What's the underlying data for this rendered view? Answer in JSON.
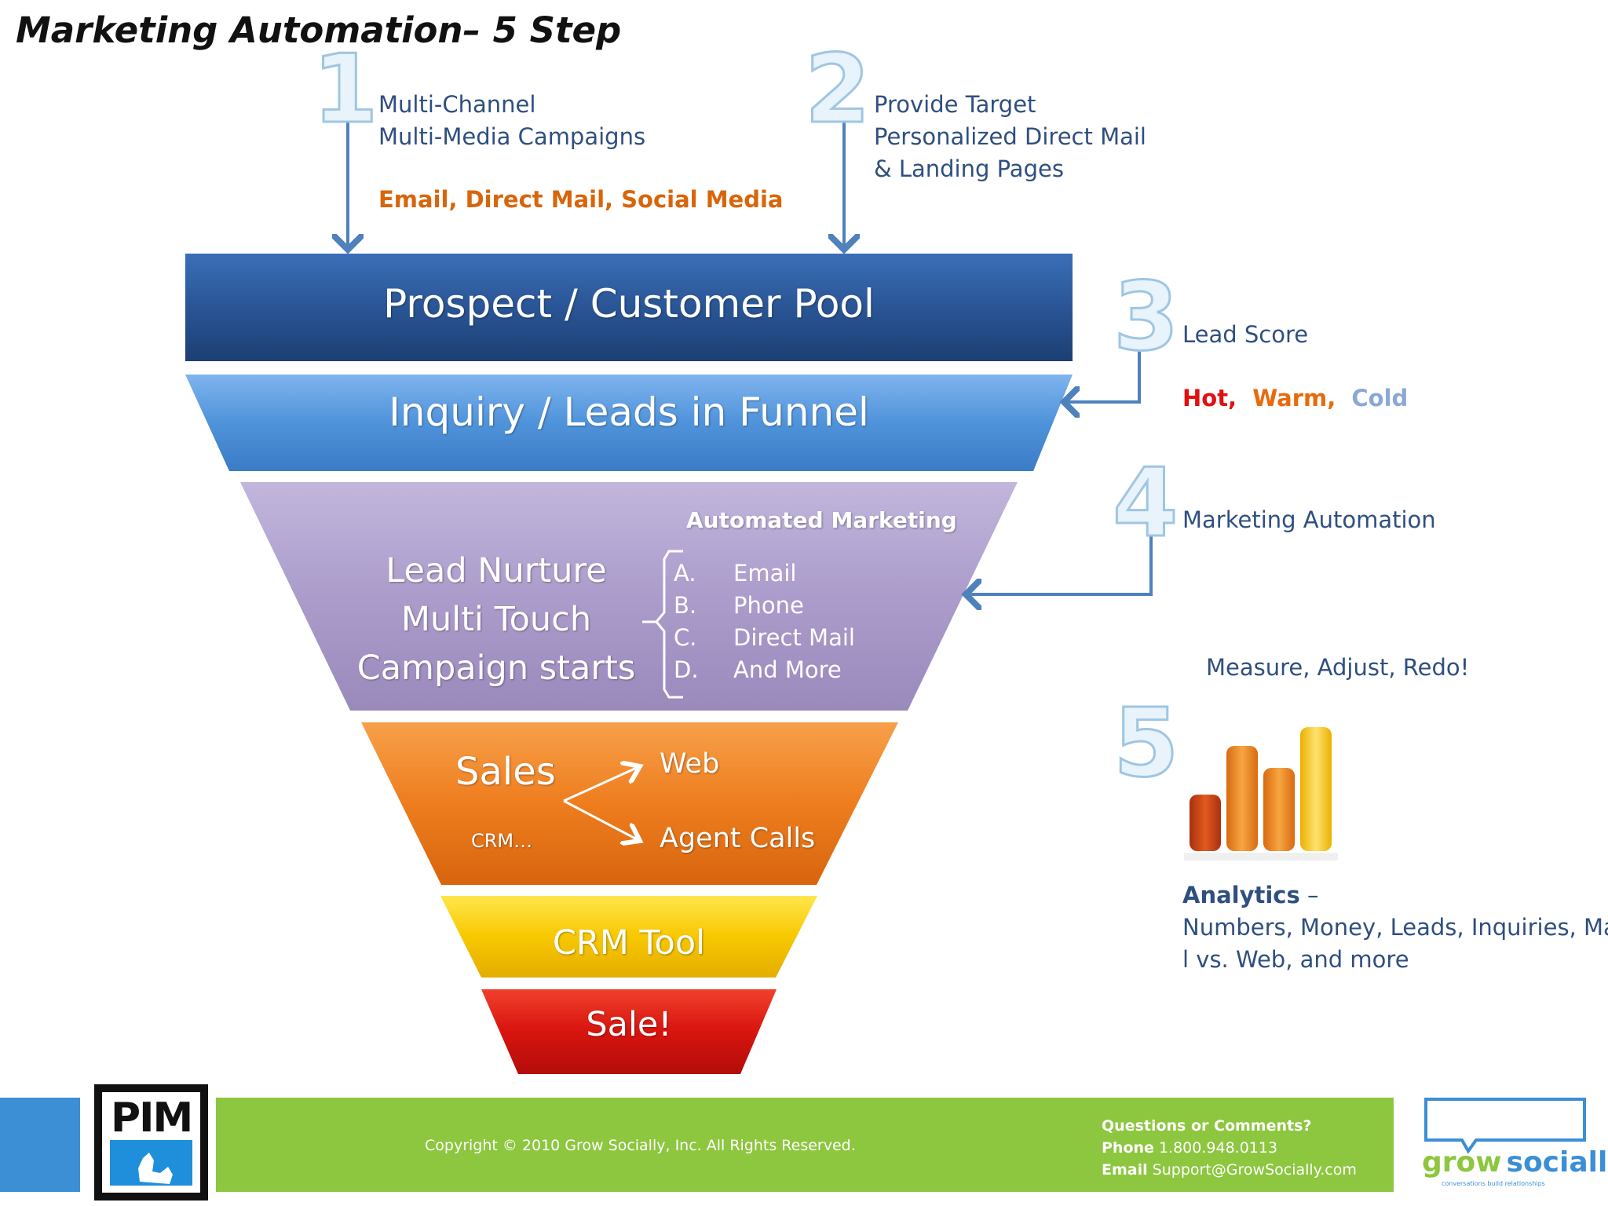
{
  "title": "Marketing Automation– 5 Step",
  "steps": [
    {
      "number": "1",
      "lines": [
        "Multi-Channel",
        "Multi-Media Campaigns"
      ],
      "highlight": "Email, Direct Mail, Social Media"
    },
    {
      "number": "2",
      "lines": [
        "Provide Target",
        "Personalized Direct Mail",
        "& Landing Pages"
      ]
    },
    {
      "number": "3",
      "label": "Lead Score",
      "scores": {
        "hot": "Hot,",
        "warm": "Warm,",
        "cold": "Cold"
      }
    },
    {
      "number": "4",
      "label": "Marketing Automation"
    },
    {
      "number": "5",
      "caption": "Measure, Adjust, Redo!",
      "analytics_title": "Analytics",
      "analytics_dash": "–",
      "analytics_lines": [
        "Numbers, Money, Leads, Inquiries, Mai",
        "l vs. Web, and more"
      ]
    }
  ],
  "funnel": {
    "pool": "Prospect / Customer Pool",
    "inquiry": "Inquiry / Leads in Funnel",
    "nurture": {
      "heading": "Automated Marketing",
      "lines": [
        "Lead Nurture",
        "Multi Touch",
        "Campaign starts"
      ],
      "items": [
        {
          "letter": "A.",
          "text": "Email"
        },
        {
          "letter": "B.",
          "text": "Phone"
        },
        {
          "letter": "C.",
          "text": "Direct Mail"
        },
        {
          "letter": "D.",
          "text": "And More"
        }
      ]
    },
    "sales": {
      "title": "Sales",
      "crm": "CRM…",
      "web": "Web",
      "agent": "Agent Calls"
    },
    "crm_tool": "CRM Tool",
    "sale": "Sale!"
  },
  "footer": {
    "copyright": "Copyright © 2010 Grow Socially, Inc. All Rights Reserved.",
    "questions": "Questions or Comments?",
    "phone_label": "Phone",
    "phone": "1.800.948.0113",
    "email_label": "Email",
    "email": "Support@GrowSocially.com",
    "pim_logo": "PIM",
    "grow_logo_left": "grow",
    "grow_logo_right": "socially",
    "grow_tagline": "conversations build relationships"
  },
  "colors": {
    "pool": "#2b5797",
    "inquiry": "#4a8fd6",
    "nurture": "#a99ac6",
    "sales": "#ec7a1c",
    "crm": "#f5c400",
    "sale": "#d8140f",
    "footer_green": "#8dc63f",
    "footer_blue": "#3c8fd4",
    "arrow": "#4f81bd"
  }
}
